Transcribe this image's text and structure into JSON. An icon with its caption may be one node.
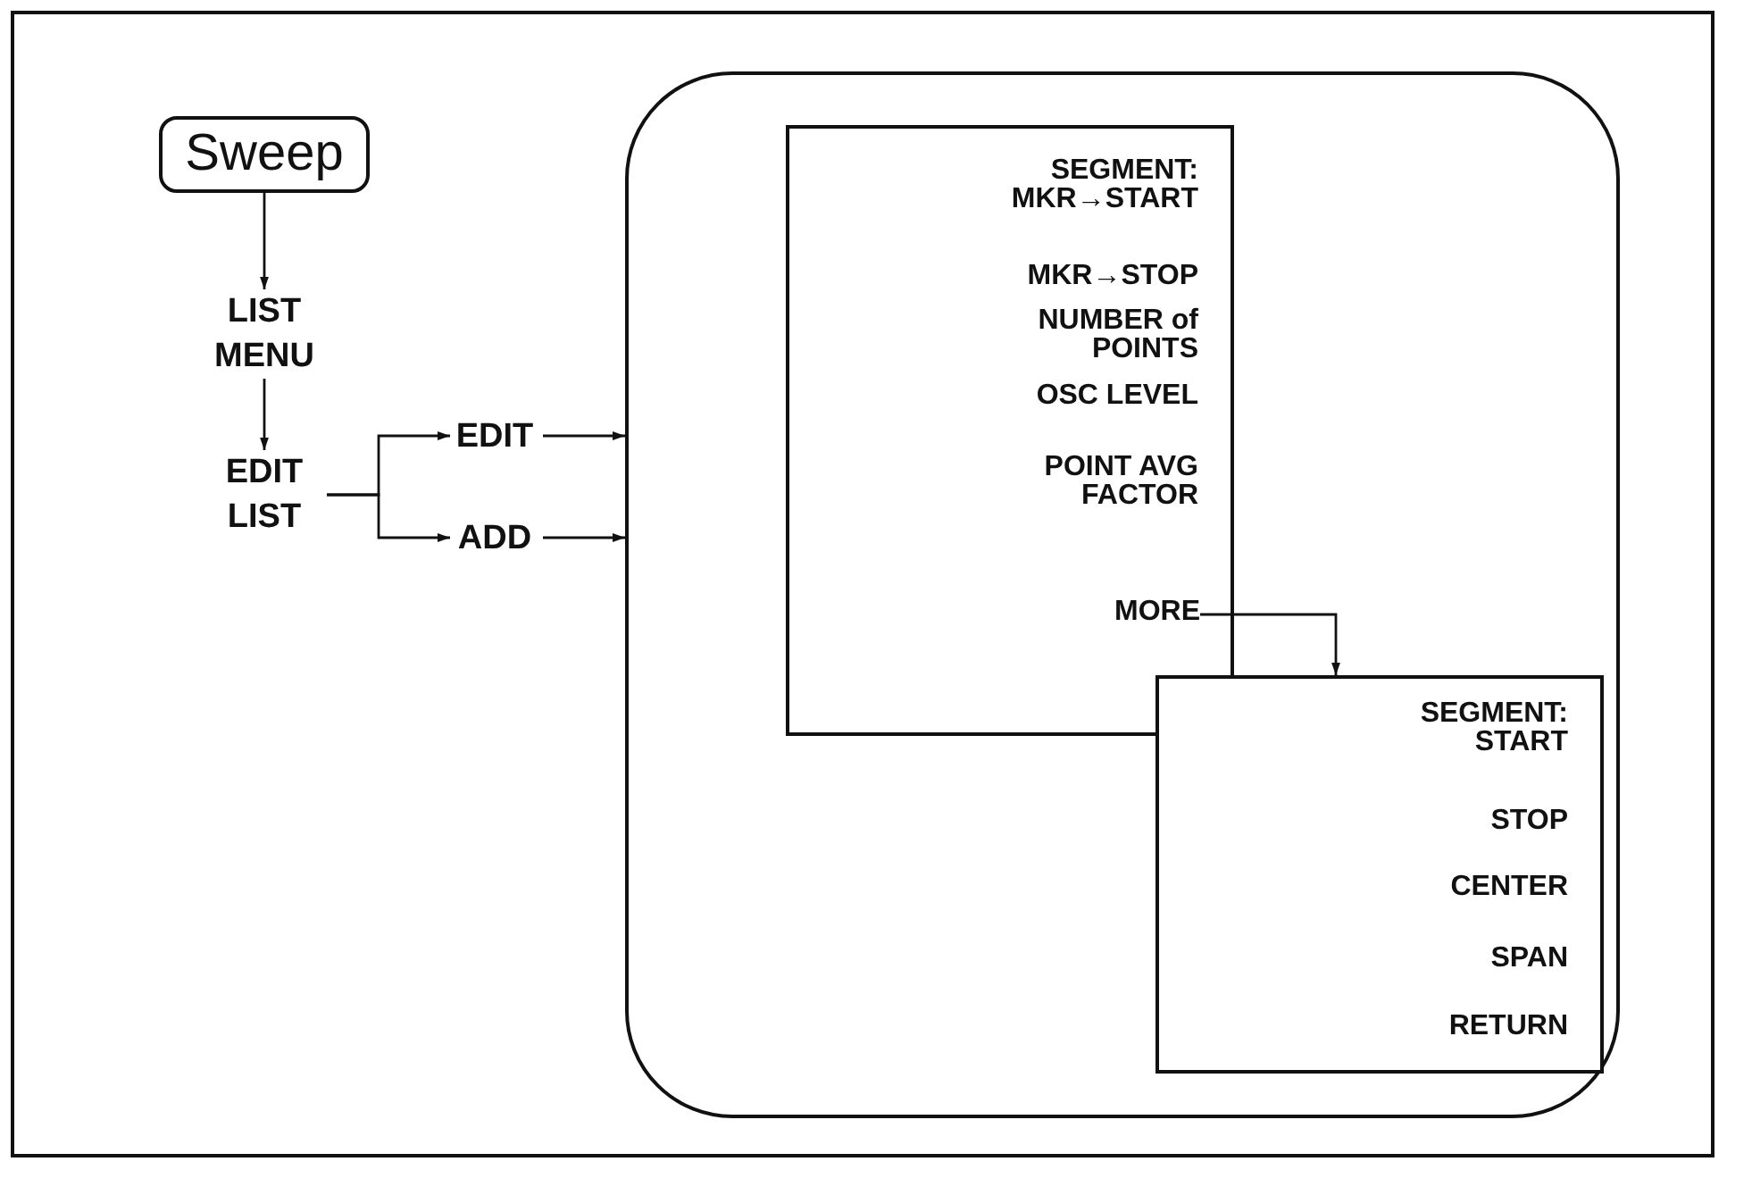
{
  "diagram": {
    "nodes": [
      {
        "text": [
          "Sweep"
        ]
      },
      {
        "text": [
          "LIST MENU"
        ]
      },
      {
        "text": [
          "EDIT LIST"
        ]
      },
      {
        "text": [
          "EDIT"
        ]
      },
      {
        "text": [
          "ADD"
        ]
      },
      {
        "text": [],
        "shape": "box"
      },
      {
        "text": [
          "SEGMENT: MKR→START",
          "MKR→STOP",
          "NUMBER of POINTS",
          "OSC LEVEL",
          "POINT AVG FACTOR"
        ],
        "in": 5
      },
      {
        "text": [
          "MORE"
        ],
        "in": 6
      },
      {
        "text": [
          "SEGMENT: START",
          "STOP",
          "CENTER",
          "SPAN",
          "RETURN"
        ],
        "in": 5
      }
    ],
    "edges": [
      {
        "from": 0,
        "to": 1,
        "arrow": "to"
      },
      {
        "from": 1,
        "to": 2,
        "arrow": "to"
      },
      {
        "from": 2,
        "to": 3,
        "arrow": "to"
      },
      {
        "from": 2,
        "to": 4,
        "arrow": "to"
      },
      {
        "from": 3,
        "to": 5,
        "arrow": "to"
      },
      {
        "from": 4,
        "to": 5,
        "arrow": "to"
      },
      {
        "from": 7,
        "to": 8,
        "arrow": "to"
      }
    ]
  }
}
